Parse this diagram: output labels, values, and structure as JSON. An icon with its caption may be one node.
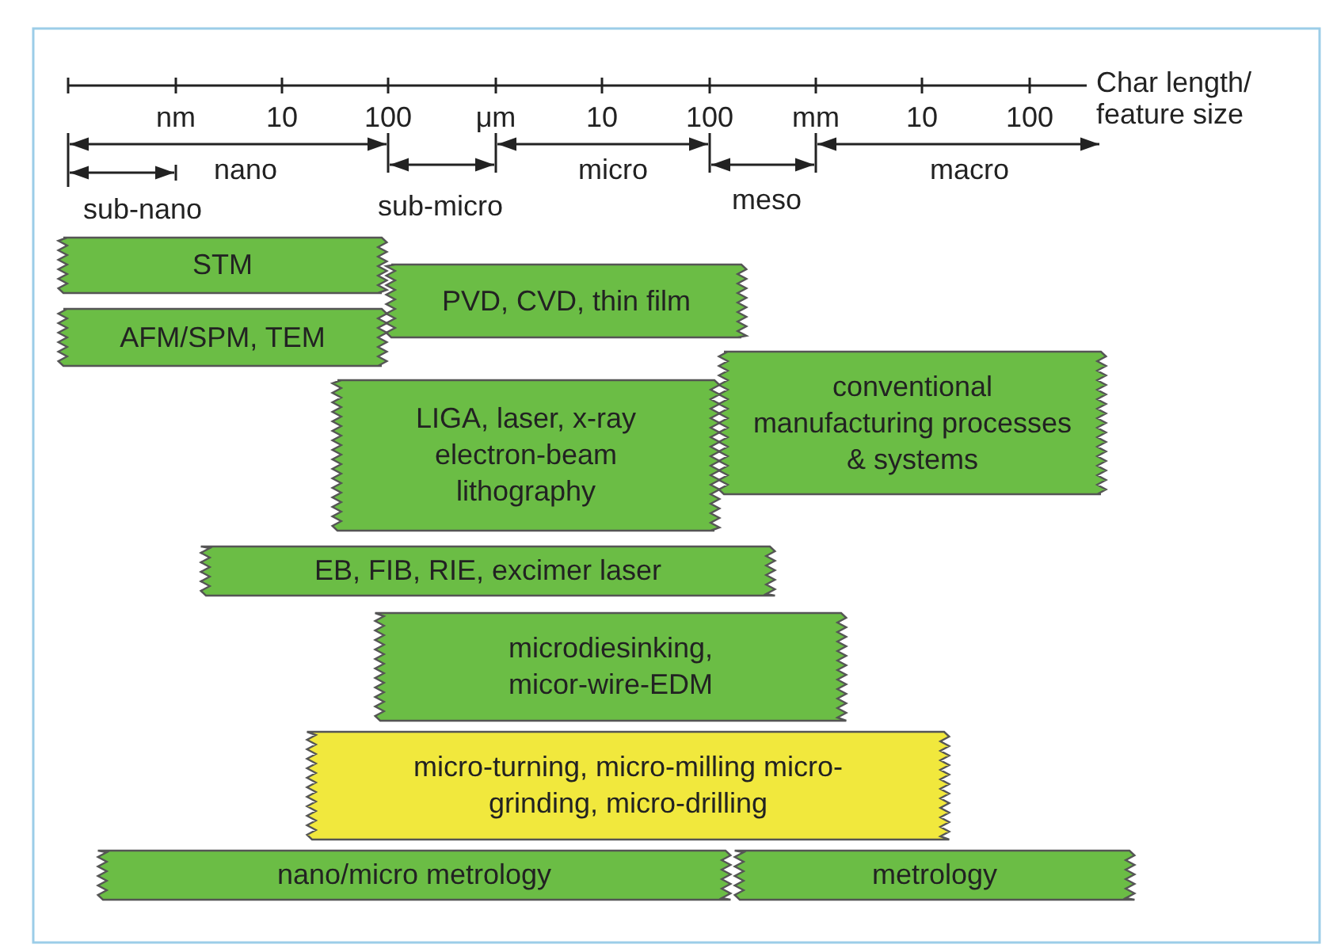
{
  "diagram": {
    "nodes": [
      {
        "text": [
          "STM"
        ]
      },
      {
        "text": [
          "PVD, CVD, thin film"
        ]
      },
      {
        "text": [
          "AFM/SPM, TEM"
        ]
      },
      {
        "text": [
          "conventional manufacturing processes & systems"
        ]
      },
      {
        "text": [
          "LIGA, laser, x-ray electron-beam lithography"
        ]
      },
      {
        "text": [
          "EB, FIB, RIE, excimer laser"
        ]
      },
      {
        "text": [
          "microdiesinking, micor-wire-EDM"
        ]
      },
      {
        "text": [
          "micro-turning, micro-milling micro-grinding, micro-drilling"
        ]
      },
      {
        "text": [
          "nano/micro metrology"
        ]
      },
      {
        "text": [
          "metrology"
        ]
      }
    ],
    "labels": [
      "Char length/ feature size",
      "nm",
      "10",
      "100",
      "μm",
      "10",
      "100",
      "mm",
      "10",
      "100",
      "nano",
      "micro",
      "macro",
      "sub-nano",
      "sub-micro",
      "meso"
    ]
  }
}
